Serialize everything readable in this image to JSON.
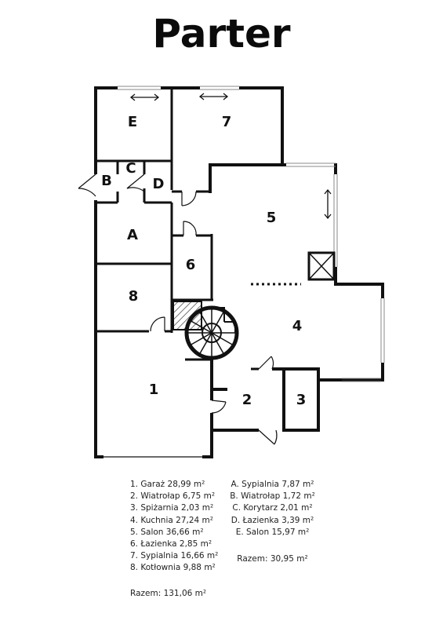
{
  "title": "Parter",
  "rooms": {
    "r1": "1",
    "r2": "2",
    "r3": "3",
    "r4": "4",
    "r5": "5",
    "r6": "6",
    "r7": "7",
    "r8": "8",
    "A": "A",
    "B": "B",
    "C": "C",
    "D": "D",
    "E": "E"
  },
  "legend_left": [
    "1.   Garaż 28,99 m²",
    "2. Wiatrołap 6,75 m²",
    "3. Spiżarnia 2,03 m²",
    "4. Kuchnia 27,24 m²",
    "5.   Salon 36,66 m²",
    "6. Łazienka 2,85 m²",
    "7. Sypialnia 16,66 m²",
    "8. Kotłownia 9,88 m²"
  ],
  "legend_right": [
    "A. Sypialnia 7,87 m²",
    "B. Wiatrołap 1,72 m²",
    "C. Korytarz 2,01 m²",
    "D. Łazienka 3,39 m²",
    "E. Salon 15,97 m²"
  ],
  "razem_right": "Razem: 30,95 m²",
  "razem_left": "Razem: 131,06 m²"
}
